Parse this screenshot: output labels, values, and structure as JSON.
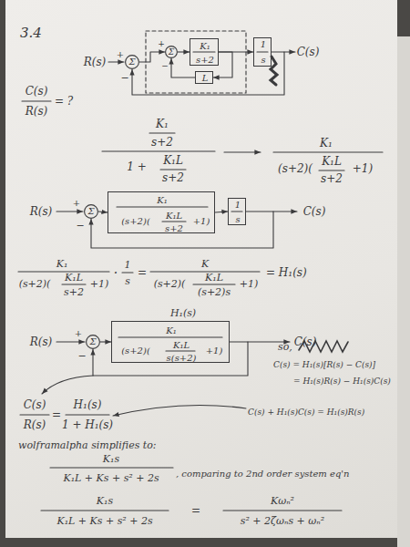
{
  "diagram": {
    "nodes": [
      {
        "text": [
          "Σ"
        ]
      },
      {
        "text": [
          "Σ"
        ]
      },
      {
        "text": [
          "K₁",
          "s+2"
        ]
      },
      {
        "text": [
          "L"
        ]
      },
      {
        "text": [
          "1",
          "s"
        ]
      },
      {
        "text": [
          "Σ"
        ]
      },
      {
        "text": [
          "K₁",
          "(s+2)(",
          "K₁L",
          "s+2",
          "+1)"
        ]
      },
      {
        "text": [
          "1",
          "s"
        ]
      },
      {
        "text": [
          "Σ"
        ]
      },
      {
        "text": [
          "H₁(s)",
          "K₁",
          "(s+2)(",
          "K₁L",
          "s(s+2)",
          "+1)"
        ]
      }
    ],
    "edges": [
      {
        "from": 0,
        "to": 1,
        "arrow": "to"
      },
      {
        "from": 1,
        "to": 2,
        "arrow": "to"
      },
      {
        "from": 2,
        "to": 4,
        "arrow": "to"
      },
      {
        "from": 2,
        "to": 3,
        "arrow": "to"
      },
      {
        "from": 3,
        "to": 1,
        "arrow": "to"
      },
      {
        "from": 4,
        "to": 0,
        "arrow": "to"
      },
      {
        "from": 5,
        "to": 6,
        "arrow": "to"
      },
      {
        "from": 6,
        "to": 7,
        "arrow": "to"
      },
      {
        "from": 7,
        "to": 5,
        "arrow": "to"
      },
      {
        "from": 8,
        "to": 9,
        "arrow": "to"
      },
      {
        "from": 9,
        "to": 8,
        "arrow": "to"
      }
    ],
    "labels": [
      "3.4",
      "R(s)",
      "+",
      "−",
      "+",
      "−",
      "C(s)",
      "C(s)",
      "R(s)",
      "= ?",
      "K₁",
      "s+2",
      "1 +",
      "K₁L",
      "s+2",
      "K₁",
      "(s+2)(",
      "K₁L",
      "s+2",
      "+1)",
      "R(s)",
      "+",
      "−",
      "C(s)",
      "K₁",
      "(s+2)(",
      "K₁L",
      "s+2",
      "+1)",
      "·",
      "1",
      "s",
      "=",
      "K",
      "(s+2)(",
      "K₁L",
      "(s+2)s",
      "+1)",
      "= H₁(s)",
      "R(s)",
      "+",
      "−",
      "C(s)",
      "so,",
      "C(s) = H₁(s)[R(s) − C(s)]",
      "= H₁(s)R(s) − H₁(s)C(s)",
      "C(s) + H₁(s)C(s) = H₁(s)R(s)",
      "C(s)",
      "R(s)",
      "=",
      "H₁(s)",
      "1 + H₁(s)",
      "wolframalpha simplifies to:",
      "K₁s",
      "K₁L + Ks + s² + 2s",
      ", comparing to 2nd order system eq'n",
      "K₁s",
      "K₁L + Ks + s² + 2s",
      "=",
      "Kωₙ²",
      "s² + 2ζωₙs + ωₙ²"
    ]
  }
}
